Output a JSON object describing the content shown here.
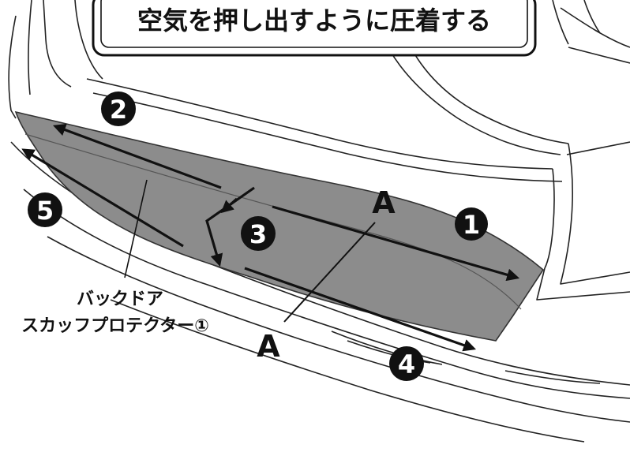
{
  "title": "空気を押し出すように圧着する",
  "part_label": {
    "line1": "バックドア",
    "line2": "スカッフプロテクター①"
  },
  "point_labels": {
    "a_upper": "A",
    "a_lower": "A"
  },
  "steps": [
    {
      "number": "1"
    },
    {
      "number": "2"
    },
    {
      "number": "3"
    },
    {
      "number": "4"
    },
    {
      "number": "5"
    }
  ],
  "colors": {
    "protector_fill": "#8c8c8c",
    "line": "#1a1a1a",
    "badge": "#111111"
  }
}
